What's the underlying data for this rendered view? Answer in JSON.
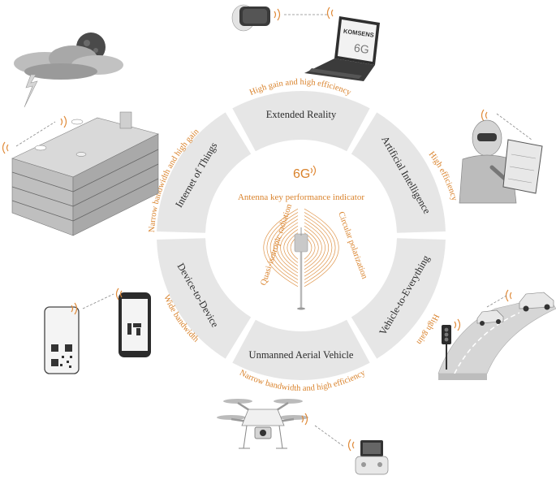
{
  "center": {
    "title": "6G",
    "subtitle": "Antenna key performance indicator",
    "left_label": "Quasi-isotropic radiation",
    "right_label": "Circular polarization"
  },
  "segments": [
    {
      "name": "Extended Reality",
      "requirement": "High gain and high efficiency"
    },
    {
      "name": "Artificial Intelligence",
      "requirement": "High efficiency"
    },
    {
      "name": "Vehicle-to-Everything",
      "requirement": "High gain"
    },
    {
      "name": "Unmanned Aerial Vehicle",
      "requirement": "Narrow bandwidth and high efficiency"
    },
    {
      "name": "Device-to-Device",
      "requirement": "Wide bandwidth"
    },
    {
      "name": "Internet of Things",
      "requirement": "Narrow bandwidth and high gain"
    }
  ],
  "laptop_brand": "KOMSENS",
  "laptop_badge": "6G",
  "colors": {
    "accent": "#d9822b",
    "ring": "#e6e6e6",
    "text": "#2b2b2b"
  },
  "icons": [
    "vr-headset-icon",
    "laptop-icon",
    "storm-cloud-icon",
    "robot-icon",
    "parking-garage-icon",
    "smartphone-icon",
    "traffic-light-icon",
    "car-icon",
    "drone-icon",
    "remote-controller-icon",
    "antenna-tower-icon",
    "signal-icon"
  ]
}
